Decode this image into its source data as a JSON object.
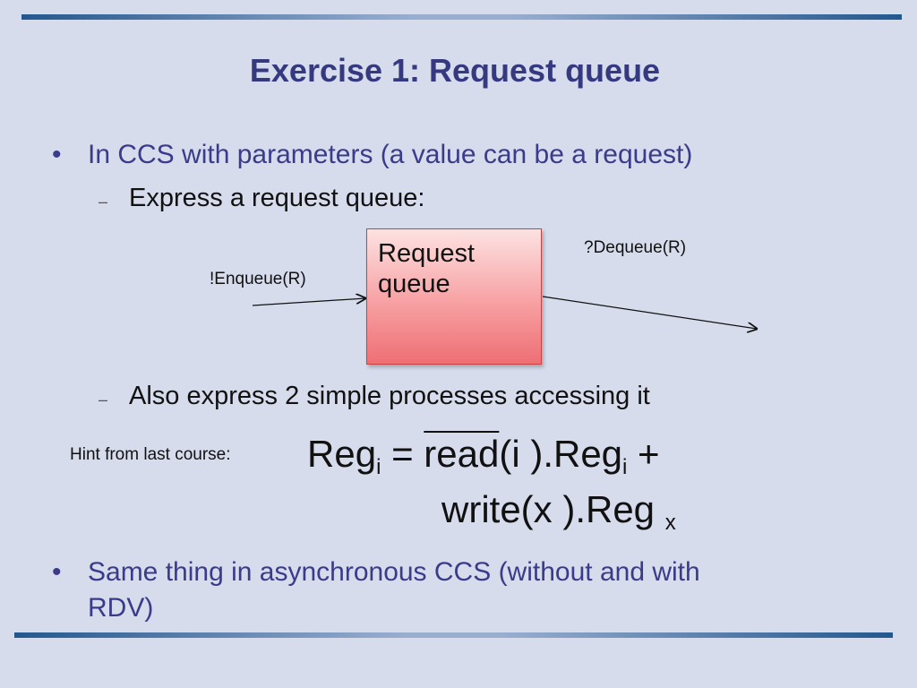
{
  "slide": {
    "title": "Exercise 1: Request queue",
    "bullets": [
      {
        "marker": "•",
        "text": "In CCS with parameters (a value can be a request)"
      },
      {
        "marker": "•",
        "text_line1": "Same thing in asynchronous CCS (without and with",
        "text_line2": "RDV)"
      }
    ],
    "sub_items": [
      {
        "marker": "–",
        "text": "Express a request queue:"
      },
      {
        "marker": "–",
        "text": "Also express 2 simple processes accessing it"
      }
    ],
    "diagram": {
      "box_line1": "Request",
      "box_line2": "queue",
      "enqueue_label": "!Enqueue(R)",
      "dequeue_label": "?Dequeue(R)"
    },
    "hint": {
      "label": "Hint from last course:",
      "reg": "Reg",
      "sub_i": "i",
      "equals": " = ",
      "read": "read",
      "read_args": "(i ).Reg",
      "plus": " +",
      "write": "write(x ).Reg ",
      "sub_x": "x"
    }
  }
}
